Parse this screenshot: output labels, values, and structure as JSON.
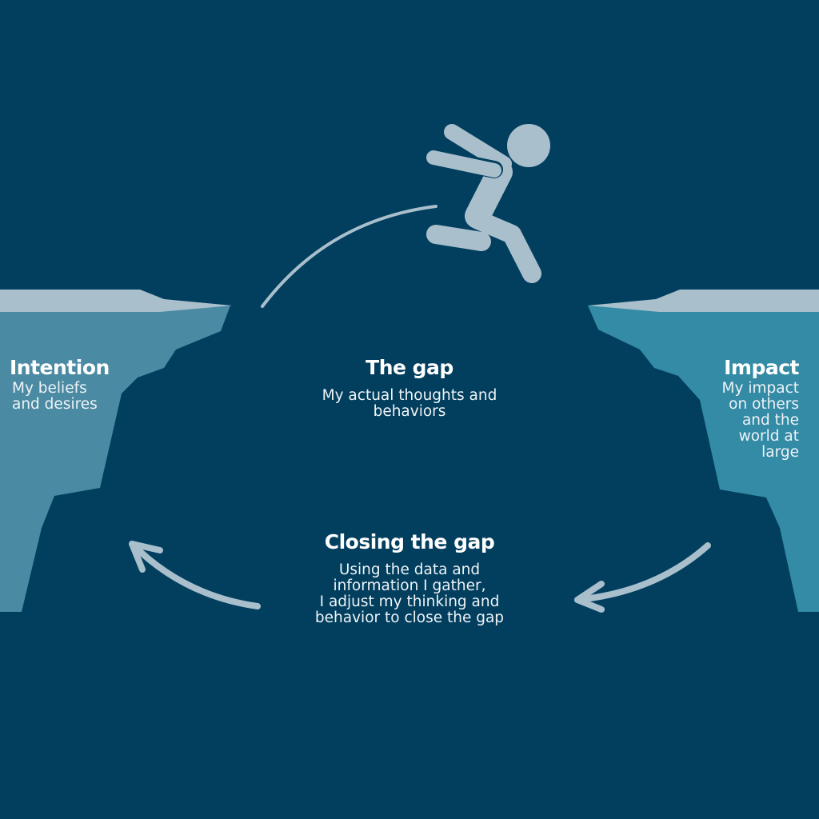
{
  "intention": {
    "title": "Intention",
    "lines": [
      "My beliefs",
      "and desires"
    ]
  },
  "impact": {
    "title": "Impact",
    "lines": [
      "My impact",
      "on others",
      "and the",
      "world at",
      "large"
    ]
  },
  "gap": {
    "title": "The gap",
    "lines": [
      "My actual thoughts and",
      "behaviors"
    ]
  },
  "closing": {
    "title": "Closing the gap",
    "lines": [
      "Using the data and",
      "information I gather,",
      "I adjust my thinking and",
      "behavior to close the gap"
    ]
  },
  "colors": {
    "background": "#023f5f",
    "left_cliff": "#4a8aa3",
    "right_cliff": "#338ba6",
    "cliff_top": "#a9bfcc",
    "figure": "#a9bfcc"
  }
}
